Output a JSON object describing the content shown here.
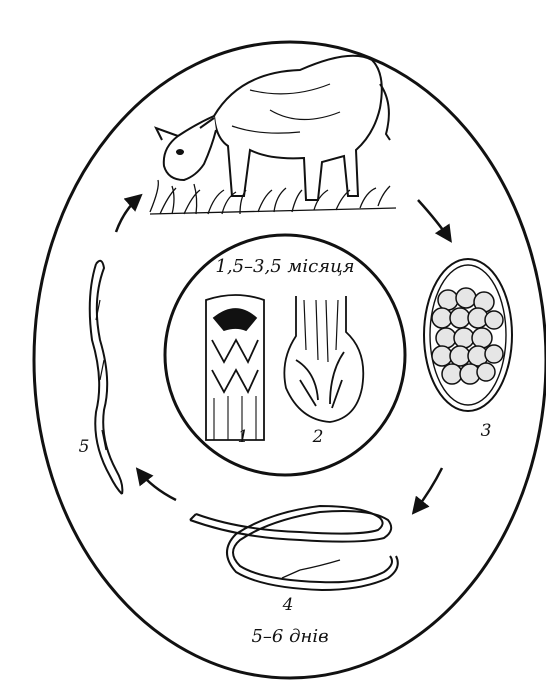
{
  "center": {
    "duration": "1,5–3,5 місяця",
    "label_1": "1",
    "label_2": "2"
  },
  "stages": {
    "egg_label": "3",
    "larva_label": "4",
    "larva_duration": "5–6 днів",
    "infective_larva_label": "5"
  },
  "colors": {
    "ink": "#111111",
    "background": "#ffffff",
    "egg_cell": "#e6e6e6"
  },
  "icons": [
    "cow-illustration",
    "egg-illustration",
    "larva-illustration",
    "infective-larva-illustration",
    "adult-worm-head-illustration",
    "adult-worm-tail-illustration"
  ]
}
